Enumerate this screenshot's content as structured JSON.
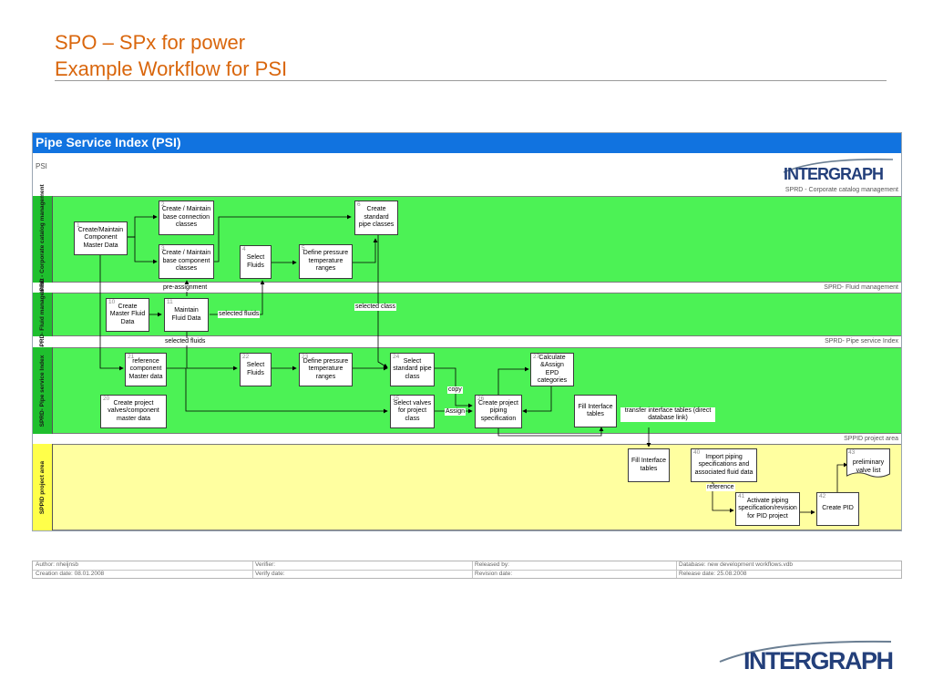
{
  "slide": {
    "title_line1": "SPO – SPx for power",
    "title_line2": "Example Workflow for PSI"
  },
  "diagram": {
    "header": "Pipe Service Index (PSI)",
    "subheader": "PSI",
    "logo_text": "INTERGRAPH",
    "lanes": [
      {
        "tab": "SPRD - Corporate catalog management",
        "caption": "SPRD - Corporate catalog management",
        "color": "#4cf255"
      },
      {
        "tab": "SPRD- Fluid management",
        "caption": "SPRD- Fluid management",
        "color": "#4cf255"
      },
      {
        "tab": "SPRD- Pipe service Index",
        "caption": "SPRD- Pipe service Index",
        "color": "#4cf255"
      },
      {
        "tab": "SPPID project area",
        "caption": "SPPID project area",
        "color": "#ffffa0"
      }
    ],
    "boxes": {
      "b1": {
        "num": "1",
        "text": "Create/Maintain Component Master Data"
      },
      "b2": {
        "num": "2",
        "text": "Create / Maintain base connection classes"
      },
      "b3": {
        "num": "3",
        "text": "Create / Maintain base component classes"
      },
      "b4": {
        "num": "4",
        "text": "Select Fluids"
      },
      "b5": {
        "num": "5",
        "text": "Define pressure temperature ranges"
      },
      "b6": {
        "num": "6",
        "text": "Create standard pipe classes"
      },
      "b10": {
        "num": "10",
        "text": "Create Master Fluid Data"
      },
      "b11": {
        "num": "11",
        "text": "Maintain Fluid Data"
      },
      "b20": {
        "num": "20",
        "text": "Create project valves/component master data"
      },
      "b21": {
        "num": "21",
        "text": "reference component Master data"
      },
      "b22": {
        "num": "22",
        "text": "Select Fluids"
      },
      "b23": {
        "num": "23",
        "text": "Define pressure temperature ranges"
      },
      "b24": {
        "num": "24",
        "text": "Select standard pipe class"
      },
      "b25": {
        "num": "25",
        "text": "Select valves for project class"
      },
      "b26": {
        "num": "26",
        "text": "Create project piping specification"
      },
      "b27": {
        "num": "27",
        "text": "Calculate &Assign EPD categories"
      },
      "bfit": {
        "num": "",
        "text": "Fill Interface tables"
      },
      "bfit2": {
        "num": "",
        "text": "Fill Interface tables"
      },
      "b40": {
        "num": "40",
        "text": "Import piping specifications and associated fluid data"
      },
      "b41": {
        "num": "41",
        "text": "Activate piping specification/revision for PID project"
      },
      "b42": {
        "num": "42",
        "text": "Create PID"
      },
      "b43": {
        "num": "43",
        "text": "preliminary valve list"
      }
    },
    "labels": {
      "pre_assignment": "pre-assignment",
      "selected_fluids_a": "selected fluids",
      "selected_fluids_b": "selected fluids",
      "selected_class": "selected class",
      "copy": "copy",
      "assign": "Assign",
      "transfer": "transfer interface tables (direct database link)",
      "reference": "reference"
    }
  },
  "footer": {
    "author": "Author: nheijnsb",
    "creation_date": "Creation date: 08.01.2008",
    "verifier": "Verifier:",
    "verify_date": "Verify date:",
    "released_by": "Released by:",
    "revision_date": "Revision date:",
    "database": "Database: new development workflows.vdb",
    "release_date": "Release date: 25.08.2008"
  },
  "branding": {
    "logo_text": "INTERGRAPH",
    "title_color": "#d9660c",
    "header_color": "#1173e0"
  }
}
